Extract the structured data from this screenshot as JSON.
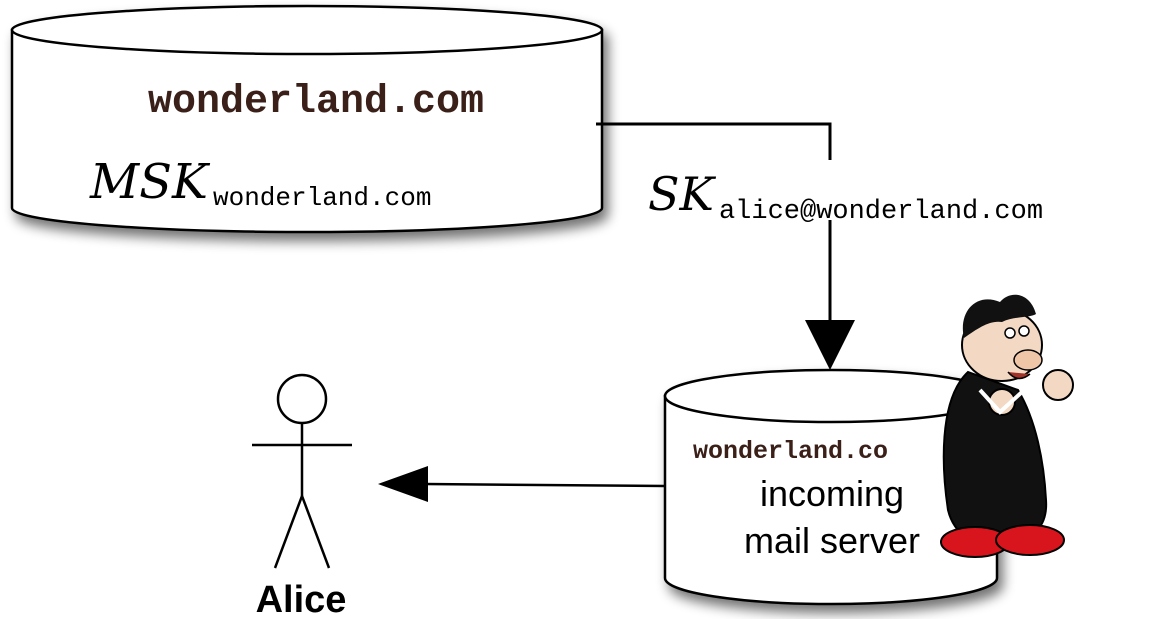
{
  "kgc": {
    "domain": "wonderland.com",
    "key_symbol": "MSK",
    "key_subscript": "wonderland.com"
  },
  "arrow_label": {
    "symbol": "SK",
    "subscript": "alice@wonderland.com"
  },
  "mail_server": {
    "domain": "wonderland.co",
    "line1": "incoming",
    "line2": "mail server"
  },
  "user": {
    "name": "Alice"
  },
  "colors": {
    "domain_text": "#3a2018",
    "line": "#000000",
    "cylinder_fill": "#ffffff",
    "character_coat": "#111111",
    "character_shoes": "#d8141c"
  },
  "figures": {
    "character": "grumpy-character-illustration"
  }
}
